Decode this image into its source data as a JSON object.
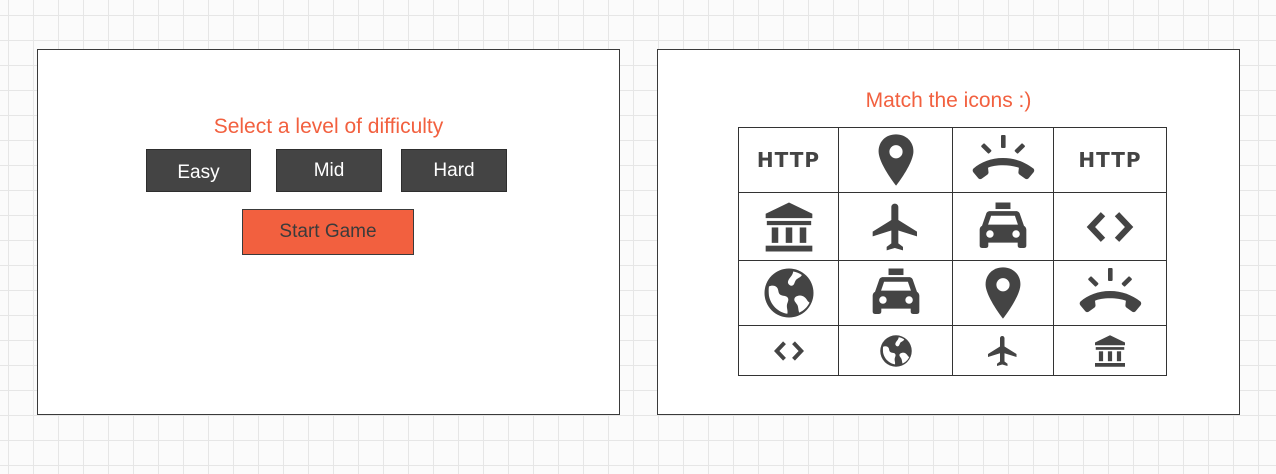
{
  "difficulty": {
    "heading": "Select a level of difficulty",
    "buttons": {
      "easy": "Easy",
      "mid": "Mid",
      "hard": "Hard"
    },
    "start_label": "Start Game"
  },
  "match": {
    "heading": "Match the icons :)",
    "grid": [
      [
        "http",
        "place",
        "ringing-phone",
        "http"
      ],
      [
        "bank",
        "airplane",
        "taxi",
        "code"
      ],
      [
        "globe",
        "taxi",
        "place",
        "ringing-phone"
      ],
      [
        "code",
        "globe",
        "airplane",
        "bank"
      ]
    ],
    "http_label": "HTTP"
  },
  "colors": {
    "accent": "#f2603f",
    "button_dark": "#444444",
    "icon": "#444444"
  }
}
